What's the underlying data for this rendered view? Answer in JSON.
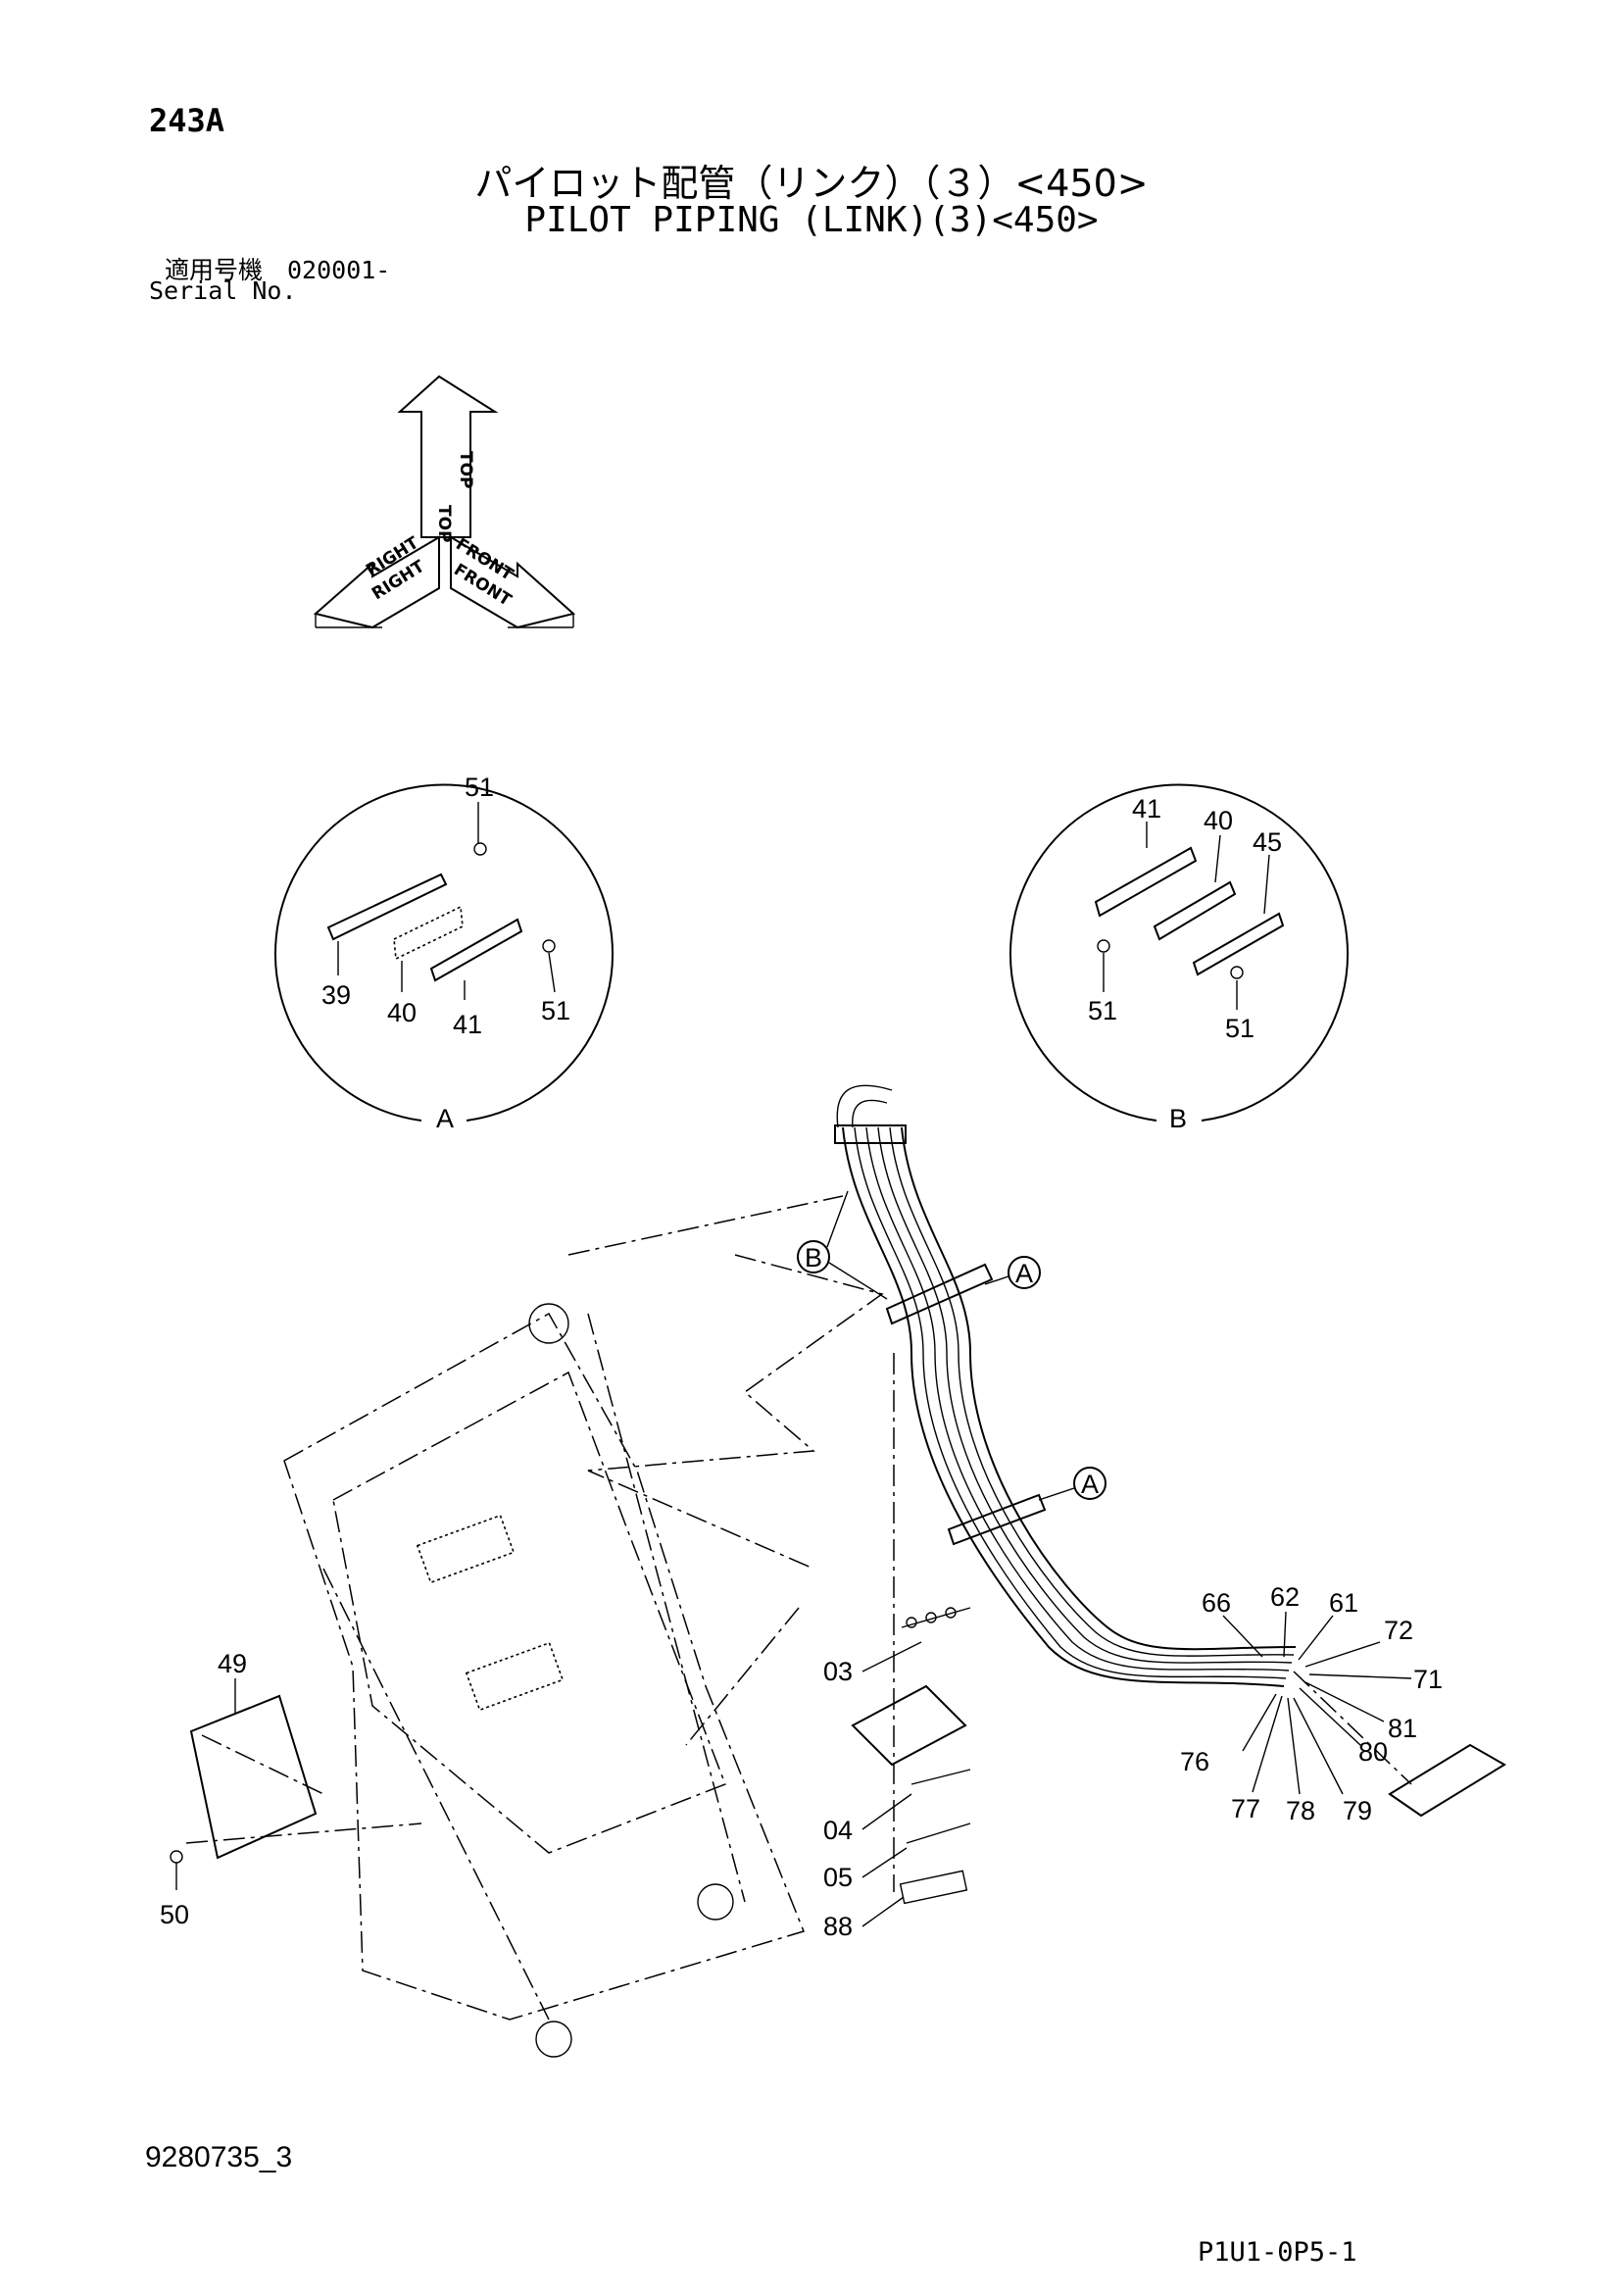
{
  "header": {
    "page_number": "243A",
    "title_jp": "パイロット配管（リンク）（３）<450>",
    "title_en": "PILOT PIPING (LINK)(3)<450>",
    "serial_label_jp": "適用号機　020001-",
    "serial_label_en": "Serial No."
  },
  "orientation": {
    "top": "TOP",
    "right": "RIGHT",
    "front": "FRONT"
  },
  "detail_a": {
    "label": "A",
    "parts": [
      "51",
      "39",
      "40",
      "41",
      "51"
    ]
  },
  "detail_b": {
    "label": "B",
    "parts": [
      "41",
      "40",
      "45",
      "51",
      "51"
    ]
  },
  "callouts": {
    "b_marker": "B",
    "a_marker_1": "A",
    "a_marker_2": "A"
  },
  "part_labels": {
    "p49": "49",
    "p50": "50",
    "p03": "03",
    "p04": "04",
    "p05": "05",
    "p88": "88",
    "p66": "66",
    "p62": "62",
    "p61": "61",
    "p72": "72",
    "p71": "71",
    "p81": "81",
    "p80": "80",
    "p76": "76",
    "p77": "77",
    "p78": "78",
    "p79": "79"
  },
  "footer": {
    "drawing_number": "9280735_3",
    "sheet_code": "P1U1-0P5-1"
  }
}
